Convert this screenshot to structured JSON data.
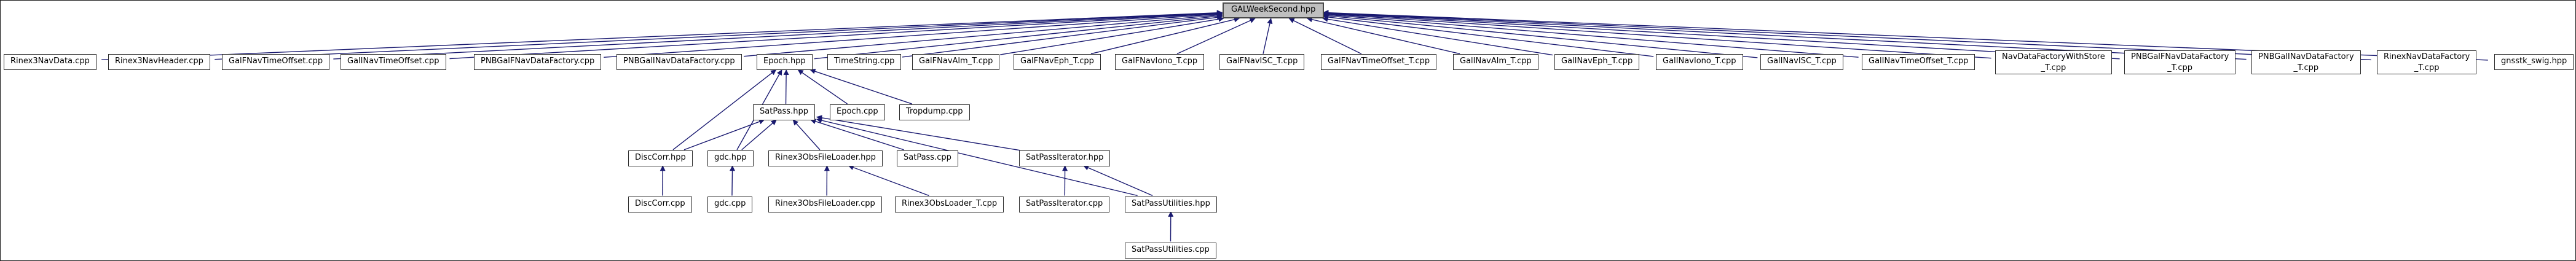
{
  "diagram": {
    "type": "include-dependency-graph",
    "root_label": "GALWeekSecond.hpp",
    "nodes": [
      {
        "label": "GALWeekSecond.hpp",
        "is_root": true
      },
      {
        "label": "Rinex3NavData.cpp"
      },
      {
        "label": "Rinex3NavHeader.cpp"
      },
      {
        "label": "GalFNavTimeOffset.cpp"
      },
      {
        "label": "GalINavTimeOffset.cpp"
      },
      {
        "label": "PNBGalFNavDataFactory.cpp"
      },
      {
        "label": "PNBGalINavDataFactory.cpp"
      },
      {
        "label": "Epoch.hpp"
      },
      {
        "label": "TimeString.cpp"
      },
      {
        "label": "GalFNavAlm_T.cpp"
      },
      {
        "label": "GalFNavEph_T.cpp"
      },
      {
        "label": "GalFNavIono_T.cpp"
      },
      {
        "label": "GalFNavISC_T.cpp"
      },
      {
        "label": "GalFNavTimeOffset_T.cpp"
      },
      {
        "label": "GalINavAlm_T.cpp"
      },
      {
        "label": "GalINavEph_T.cpp"
      },
      {
        "label": "GalINavIono_T.cpp"
      },
      {
        "label": "GalINavISC_T.cpp"
      },
      {
        "label": "GalINavTimeOffset_T.cpp"
      },
      {
        "label": "NavDataFactoryWithStore\n_T.cpp"
      },
      {
        "label": "PNBGalFNavDataFactory\n_T.cpp"
      },
      {
        "label": "PNBGalINavDataFactory\n_T.cpp"
      },
      {
        "label": "RinexNavDataFactory\n_T.cpp"
      },
      {
        "label": "gnsstk_swig.hpp"
      },
      {
        "label": "SatPass.hpp"
      },
      {
        "label": "Epoch.cpp"
      },
      {
        "label": "Tropdump.cpp"
      },
      {
        "label": "DiscCorr.hpp"
      },
      {
        "label": "gdc.hpp"
      },
      {
        "label": "Rinex3ObsFileLoader.hpp"
      },
      {
        "label": "SatPass.cpp"
      },
      {
        "label": "SatPassIterator.hpp"
      },
      {
        "label": "DiscCorr.cpp"
      },
      {
        "label": "gdc.cpp"
      },
      {
        "label": "Rinex3ObsFileLoader.cpp"
      },
      {
        "label": "Rinex3ObsLoader_T.cpp"
      },
      {
        "label": "SatPassIterator.cpp"
      },
      {
        "label": "SatPassUtilities.hpp"
      },
      {
        "label": "SatPassUtilities.cpp"
      }
    ],
    "edges": [
      [
        "Rinex3NavData.cpp",
        "GALWeekSecond.hpp"
      ],
      [
        "Rinex3NavHeader.cpp",
        "GALWeekSecond.hpp"
      ],
      [
        "GalFNavTimeOffset.cpp",
        "GALWeekSecond.hpp"
      ],
      [
        "GalINavTimeOffset.cpp",
        "GALWeekSecond.hpp"
      ],
      [
        "PNBGalFNavDataFactory.cpp",
        "GALWeekSecond.hpp"
      ],
      [
        "PNBGalINavDataFactory.cpp",
        "GALWeekSecond.hpp"
      ],
      [
        "Epoch.hpp",
        "GALWeekSecond.hpp"
      ],
      [
        "TimeString.cpp",
        "GALWeekSecond.hpp"
      ],
      [
        "GalFNavAlm_T.cpp",
        "GALWeekSecond.hpp"
      ],
      [
        "GalFNavEph_T.cpp",
        "GALWeekSecond.hpp"
      ],
      [
        "GalFNavIono_T.cpp",
        "GALWeekSecond.hpp"
      ],
      [
        "GalFNavISC_T.cpp",
        "GALWeekSecond.hpp"
      ],
      [
        "GalFNavTimeOffset_T.cpp",
        "GALWeekSecond.hpp"
      ],
      [
        "GalINavAlm_T.cpp",
        "GALWeekSecond.hpp"
      ],
      [
        "GalINavEph_T.cpp",
        "GALWeekSecond.hpp"
      ],
      [
        "GalINavIono_T.cpp",
        "GALWeekSecond.hpp"
      ],
      [
        "GalINavISC_T.cpp",
        "GALWeekSecond.hpp"
      ],
      [
        "GalINavTimeOffset_T.cpp",
        "GALWeekSecond.hpp"
      ],
      [
        "NavDataFactoryWithStore\n_T.cpp",
        "GALWeekSecond.hpp"
      ],
      [
        "PNBGalFNavDataFactory\n_T.cpp",
        "GALWeekSecond.hpp"
      ],
      [
        "PNBGalINavDataFactory\n_T.cpp",
        "GALWeekSecond.hpp"
      ],
      [
        "RinexNavDataFactory\n_T.cpp",
        "GALWeekSecond.hpp"
      ],
      [
        "gnsstk_swig.hpp",
        "GALWeekSecond.hpp"
      ],
      [
        "SatPass.hpp",
        "Epoch.hpp"
      ],
      [
        "Epoch.cpp",
        "Epoch.hpp"
      ],
      [
        "Tropdump.cpp",
        "Epoch.hpp"
      ],
      [
        "DiscCorr.hpp",
        "Epoch.hpp"
      ],
      [
        "gdc.hpp",
        "Epoch.hpp"
      ],
      [
        "DiscCorr.hpp",
        "SatPass.hpp"
      ],
      [
        "gdc.hpp",
        "SatPass.hpp"
      ],
      [
        "Rinex3ObsFileLoader.hpp",
        "SatPass.hpp"
      ],
      [
        "SatPass.cpp",
        "SatPass.hpp"
      ],
      [
        "SatPassIterator.hpp",
        "SatPass.hpp"
      ],
      [
        "SatPassUtilities.hpp",
        "SatPass.hpp"
      ],
      [
        "DiscCorr.cpp",
        "DiscCorr.hpp"
      ],
      [
        "gdc.cpp",
        "gdc.hpp"
      ],
      [
        "Rinex3ObsFileLoader.cpp",
        "Rinex3ObsFileLoader.hpp"
      ],
      [
        "Rinex3ObsLoader_T.cpp",
        "Rinex3ObsFileLoader.hpp"
      ],
      [
        "SatPassIterator.cpp",
        "SatPassIterator.hpp"
      ],
      [
        "SatPassUtilities.hpp",
        "SatPassIterator.hpp"
      ],
      [
        "SatPassUtilities.cpp",
        "SatPassUtilities.hpp"
      ]
    ],
    "colors": {
      "edge": "#191970",
      "node_fill": "#ffffff",
      "node_border": "#2b2b2b",
      "root_fill": "#bfbfbf",
      "root_border": "#4a4a4a",
      "text": "#000000",
      "frame": "#1a1a1a"
    }
  }
}
